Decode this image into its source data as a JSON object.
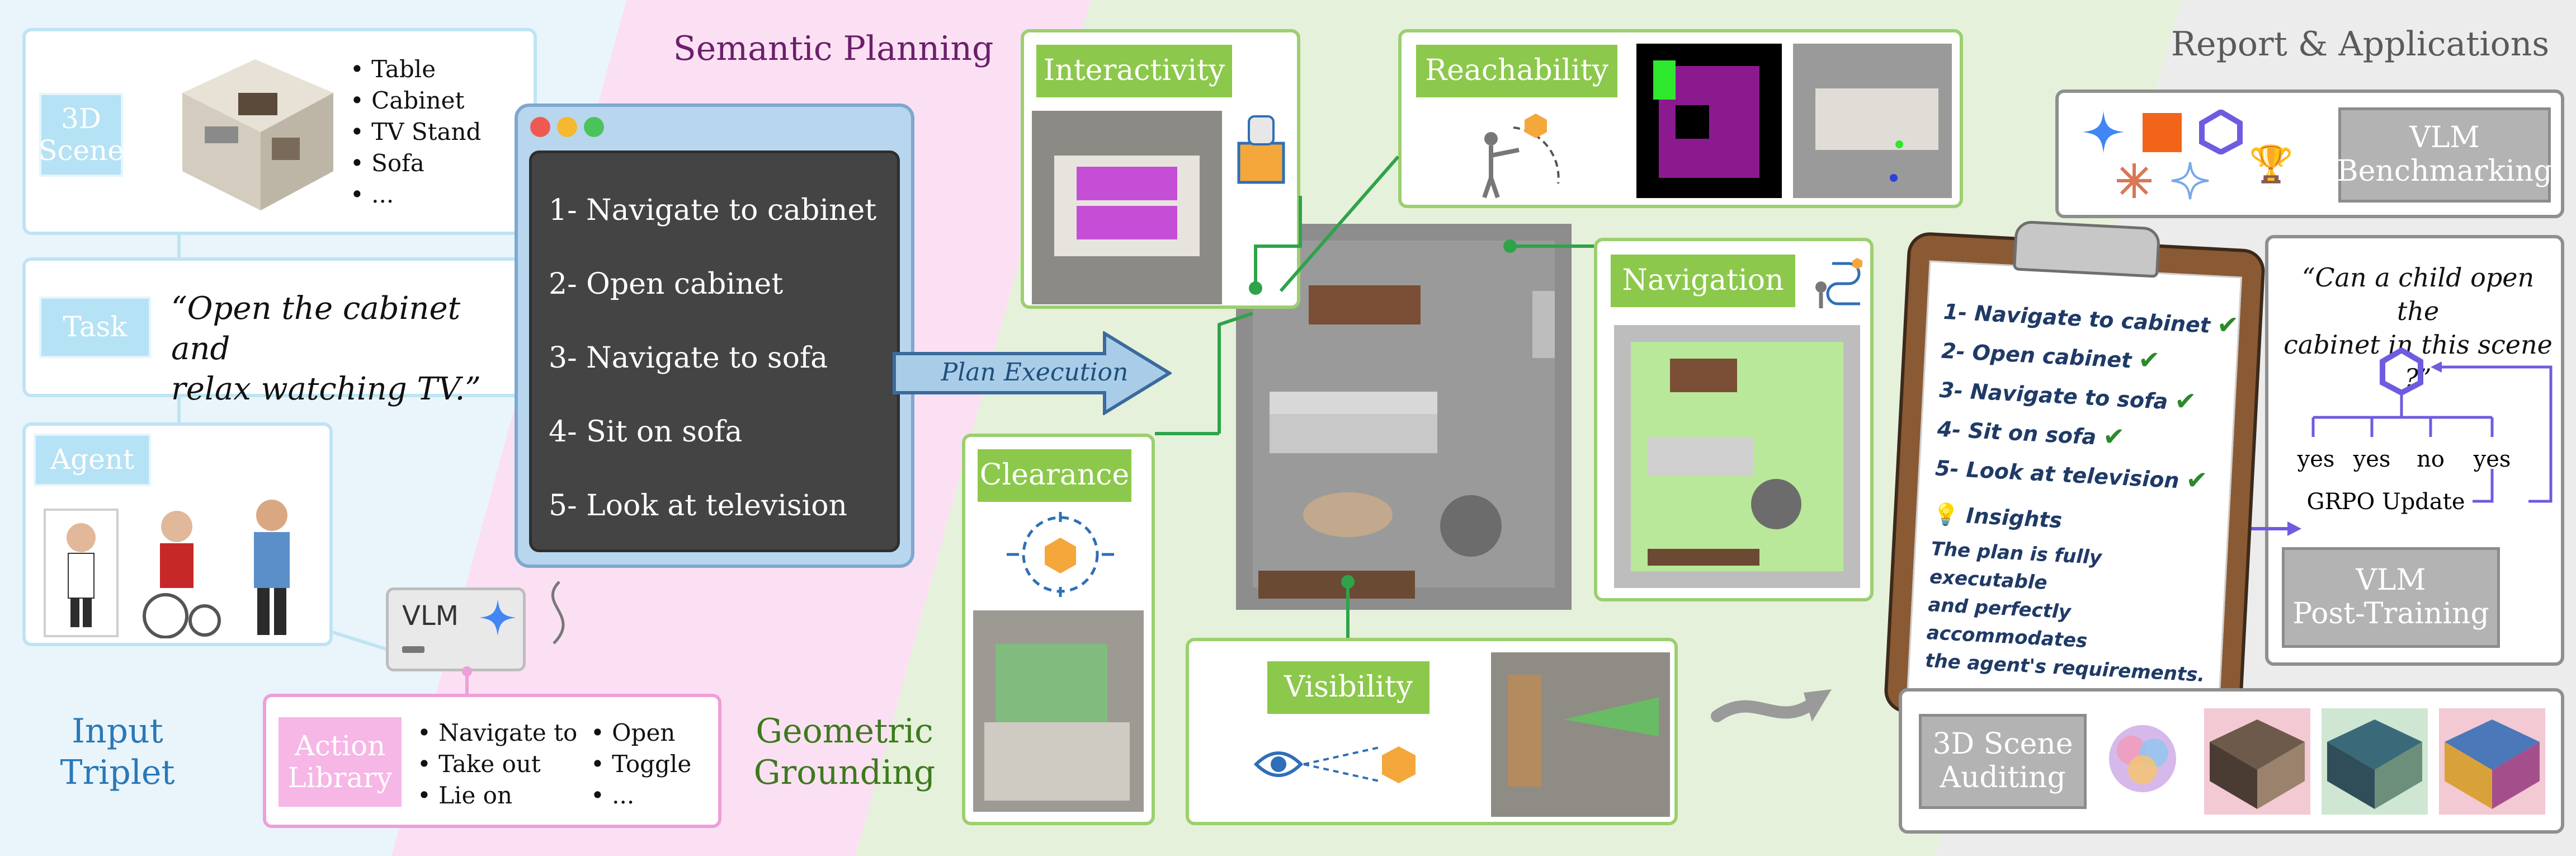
{
  "headings": {
    "semantic_planning": "Semantic Planning",
    "report_applications": "Report & Applications",
    "input_triplet_line1": "Input",
    "input_triplet_line2": "Triplet",
    "geometric_grounding_line1": "Geometric",
    "geometric_grounding_line2": "Grounding"
  },
  "input": {
    "scene_tag_line1": "3D",
    "scene_tag_line2": "Scene",
    "scene_objects": [
      "Table",
      "Cabinet",
      "TV Stand",
      "Sofa",
      "..."
    ],
    "task_tag": "Task",
    "task_text_line1": "“Open the cabinet and",
    "task_text_line2": "relax watching TV.”",
    "agent_tag": "Agent"
  },
  "vlm_device": {
    "label": "VLM"
  },
  "action_library": {
    "tag_line1": "Action",
    "tag_line2": "Library",
    "col1": [
      "Navigate to",
      "Take out",
      "Lie on"
    ],
    "col2": [
      "Open",
      "Toggle",
      "..."
    ]
  },
  "plan_window": {
    "steps": [
      "1- Navigate to cabinet",
      "2- Open cabinet",
      "3- Navigate to sofa",
      "4- Sit on sofa",
      "5- Look at television"
    ],
    "window_dots": [
      "#ee5a52",
      "#f5b82e",
      "#4cc35a"
    ]
  },
  "plan_execution": {
    "label": "Plan Execution"
  },
  "grounding": {
    "interactivity": "Interactivity",
    "reachability": "Reachability",
    "navigation": "Navigation",
    "clearance": "Clearance",
    "visibility": "Visibility"
  },
  "report": {
    "vlm_benchmarking_line1": "VLM",
    "vlm_benchmarking_line2": "Benchmarking",
    "clipboard_steps": [
      "1- Navigate to cabinet",
      "2- Open cabinet",
      "3- Navigate to sofa",
      "4- Sit on sofa",
      "5- Look at television"
    ],
    "insights_title": "Insights",
    "insights_lines": [
      "The plan is fully executable",
      "and perfectly accommodates",
      "the agent's requirements."
    ],
    "question_line1": "“Can a child open the",
    "question_line2": "cabinet in this scene ?”",
    "answers": [
      "yes",
      "yes",
      "no",
      "yes"
    ],
    "grpo_label": "GRPO Update",
    "vlm_post_training_line1": "VLM",
    "vlm_post_training_line2": "Post-Training",
    "scene_auditing_line1": "3D Scene",
    "scene_auditing_line2": "Auditing"
  },
  "colors": {
    "input_blue": "#bfe4f3",
    "planning_pink": "#f8d3ee",
    "grounding_green": "#e3f0d5",
    "report_gray": "#e6e6e6",
    "tag_green": "#8cc84b",
    "plan_window_dark": "#444444",
    "plan_window_frame": "#a9cde8",
    "connector_green": "#2fa34a",
    "grpo_purple": "#6d5ce0",
    "heading_purple": "#6b1f6b",
    "heading_green": "#3d7a1e",
    "heading_blue": "#2a78b8"
  }
}
